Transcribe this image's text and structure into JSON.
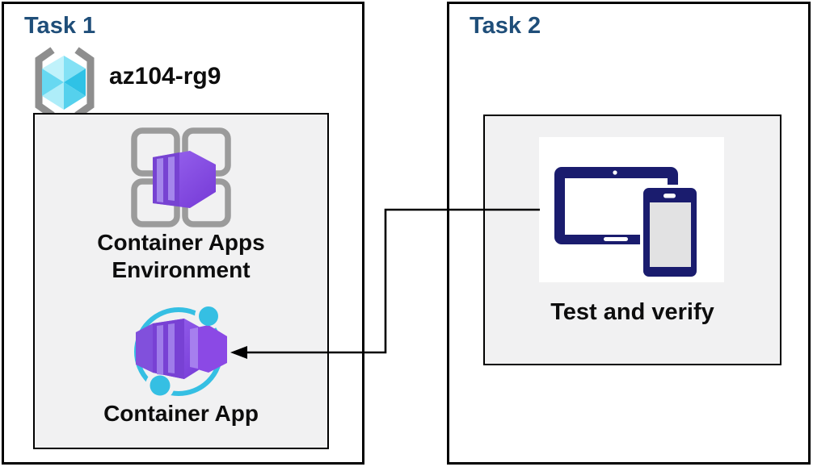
{
  "diagram": {
    "task1": {
      "title": "Task 1",
      "resource_group": {
        "name": "az104-rg9",
        "icon": "resource-group-icon"
      },
      "environment_box": {
        "environment_label": "Container Apps Environment",
        "environment_icon": "container-apps-environment-icon",
        "container_app_label": "Container App",
        "container_app_icon": "container-app-icon"
      }
    },
    "task2": {
      "title": "Task 2",
      "test_box": {
        "label": "Test and verify",
        "icon": "devices-icon"
      }
    },
    "connector": {
      "from": "Test and verify",
      "to": "Container App",
      "arrow_direction": "left"
    },
    "colors": {
      "title_navy": "#1F4E79",
      "panel_border": "#000000",
      "inner_box_bg": "#F1F1F2",
      "purple_front": "#7743D2",
      "purple_body_light": "#9A67F0",
      "purple_body_dark": "#7539D6",
      "purple_stripe": "#A486EC",
      "ring_cyan": "#35BFE3",
      "grid_gray": "#9B9B9B",
      "bracket_gray": "#8E8E8E",
      "cube_cyan": "#4FD1EE",
      "device_navy": "#1A1C6E",
      "phone_screen_gray": "#E2E2E3"
    }
  }
}
